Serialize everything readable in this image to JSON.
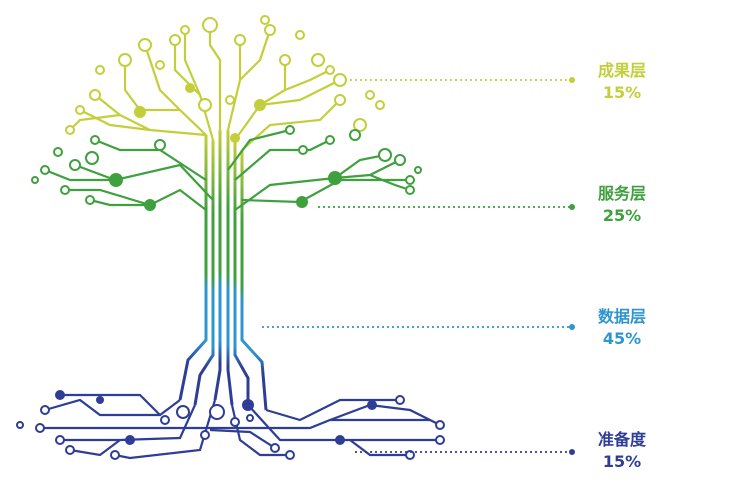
{
  "colors": {
    "result": "#c3cf3a",
    "service": "#3fa03e",
    "data": "#2f95cf",
    "prep": "#2e3d96"
  },
  "layers": [
    {
      "name": "成果层",
      "percent": "15%",
      "color": "#c3cf3a"
    },
    {
      "name": "服务层",
      "percent": "25%",
      "color": "#3fa03e"
    },
    {
      "name": "数据层",
      "percent": "45%",
      "color": "#2f95cf"
    },
    {
      "name": "准备度",
      "percent": "15%",
      "color": "#2e3d96"
    }
  ]
}
